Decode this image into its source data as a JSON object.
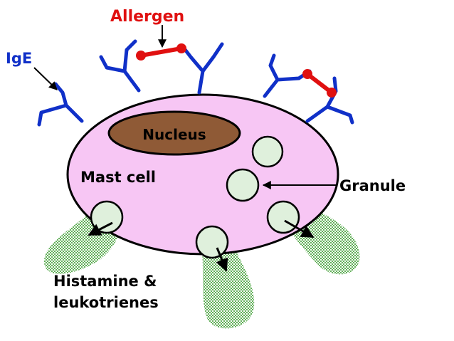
{
  "labels": {
    "allergen": "Allergen",
    "ige": "IgE",
    "nucleus": "Nucleus",
    "mast_cell": "Mast cell",
    "granule": "Granule",
    "release_line1": "Histamine &",
    "release_line2": "leukotrienes"
  },
  "colors": {
    "cell_fill": "#f7c6f4",
    "nucleus_fill": "#8f5a36",
    "antibody": "#1030c8",
    "allergen": "#e01010",
    "granule_fill": "#dff0dc",
    "release_dots": "#63b05a"
  }
}
